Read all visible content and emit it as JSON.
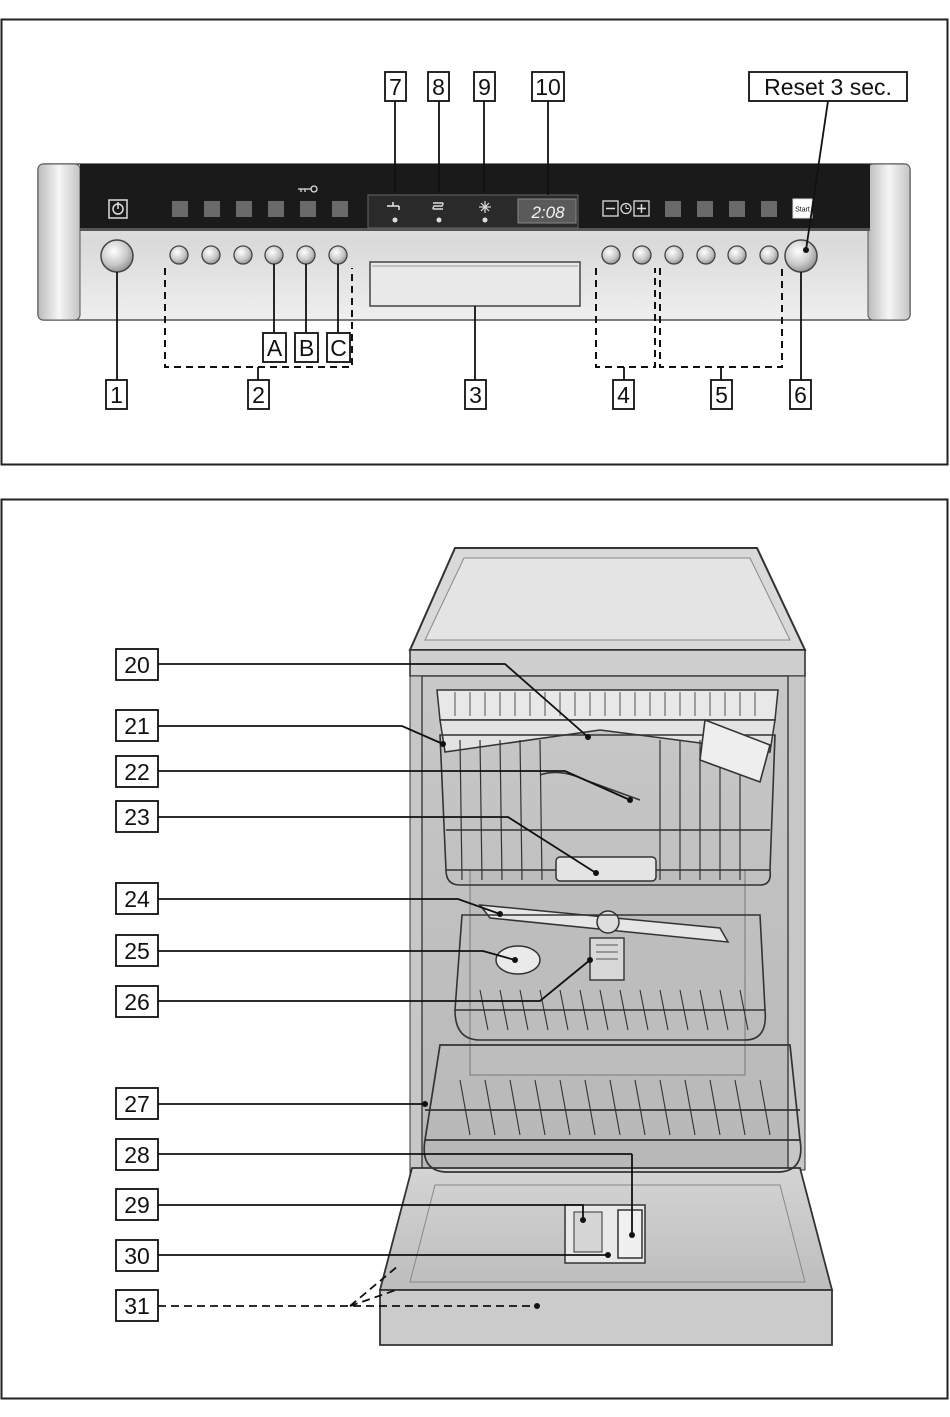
{
  "control_panel": {
    "display_time": "2:08",
    "start_key": "Start",
    "reset_label": "Reset 3 sec.",
    "callouts": {
      "c1": "1",
      "c2": "2",
      "c3": "3",
      "c4": "4",
      "c5": "5",
      "c6": "6",
      "c7": "7",
      "c8": "8",
      "c9": "9",
      "c10": "10",
      "cA": "A",
      "cB": "B",
      "cC": "C"
    },
    "icons": [
      "power-icon",
      "tap-icon",
      "rinse-aid-icon",
      "salt-icon",
      "clock-icon",
      "key-icon"
    ]
  },
  "interior": {
    "callouts": {
      "c20": "20",
      "c21": "21",
      "c22": "22",
      "c23": "23",
      "c24": "24",
      "c25": "25",
      "c26": "26",
      "c27": "27",
      "c28": "28",
      "c29": "29",
      "c30": "30",
      "c31": "31"
    }
  }
}
